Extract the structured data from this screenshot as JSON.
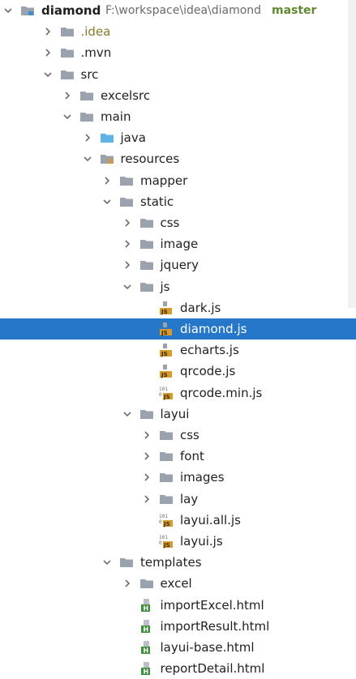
{
  "project": {
    "name": "diamond",
    "path": "F:\\workspace\\idea\\diamond",
    "branch": "master"
  },
  "tree": [
    {
      "label": "diamond",
      "depth": 0,
      "expanded": true,
      "icon": "project-folder-icon",
      "root": true
    },
    {
      "label": ".idea",
      "depth": 1,
      "expanded": false,
      "icon": "folder-icon",
      "dim": true
    },
    {
      "label": ".mvn",
      "depth": 1,
      "expanded": false,
      "icon": "folder-icon"
    },
    {
      "label": "src",
      "depth": 1,
      "expanded": true,
      "icon": "folder-icon"
    },
    {
      "label": "excelsrc",
      "depth": 2,
      "expanded": false,
      "icon": "folder-icon"
    },
    {
      "label": "main",
      "depth": 2,
      "expanded": true,
      "icon": "folder-icon"
    },
    {
      "label": "java",
      "depth": 3,
      "expanded": false,
      "icon": "source-folder-icon"
    },
    {
      "label": "resources",
      "depth": 3,
      "expanded": true,
      "icon": "resources-folder-icon"
    },
    {
      "label": "mapper",
      "depth": 4,
      "expanded": false,
      "icon": "folder-icon"
    },
    {
      "label": "static",
      "depth": 4,
      "expanded": true,
      "icon": "folder-icon"
    },
    {
      "label": "css",
      "depth": 5,
      "expanded": false,
      "icon": "folder-icon"
    },
    {
      "label": "image",
      "depth": 5,
      "expanded": false,
      "icon": "folder-icon"
    },
    {
      "label": "jquery",
      "depth": 5,
      "expanded": false,
      "icon": "folder-icon"
    },
    {
      "label": "js",
      "depth": 5,
      "expanded": true,
      "icon": "folder-icon"
    },
    {
      "label": "dark.js",
      "depth": 6,
      "icon": "js-file-icon"
    },
    {
      "label": "diamond.js",
      "depth": 6,
      "icon": "js-file-icon",
      "selected": true
    },
    {
      "label": "echarts.js",
      "depth": 6,
      "icon": "js-file-icon"
    },
    {
      "label": "qrcode.js",
      "depth": 6,
      "icon": "js-file-icon"
    },
    {
      "label": "qrcode.min.js",
      "depth": 6,
      "icon": "minified-js-file-icon"
    },
    {
      "label": "layui",
      "depth": 5,
      "expanded": true,
      "icon": "folder-icon"
    },
    {
      "label": "css",
      "depth": 6,
      "expanded": false,
      "icon": "folder-icon"
    },
    {
      "label": "font",
      "depth": 6,
      "expanded": false,
      "icon": "folder-icon"
    },
    {
      "label": "images",
      "depth": 6,
      "expanded": false,
      "icon": "folder-icon"
    },
    {
      "label": "lay",
      "depth": 6,
      "expanded": false,
      "icon": "folder-icon"
    },
    {
      "label": "layui.all.js",
      "depth": 6,
      "icon": "minified-js-file-icon"
    },
    {
      "label": "layui.js",
      "depth": 6,
      "icon": "minified-js-file-icon"
    },
    {
      "label": "templates",
      "depth": 4,
      "expanded": true,
      "icon": "folder-icon"
    },
    {
      "label": "excel",
      "depth": 5,
      "expanded": false,
      "icon": "folder-icon"
    },
    {
      "label": "importExcel.html",
      "depth": 5,
      "icon": "html-file-icon"
    },
    {
      "label": "importResult.html",
      "depth": 5,
      "icon": "html-file-icon"
    },
    {
      "label": "layui-base.html",
      "depth": 5,
      "icon": "html-file-icon"
    },
    {
      "label": "reportDetail.html",
      "depth": 5,
      "icon": "html-file-icon",
      "partial": true
    }
  ],
  "colors": {
    "selection": "#2677c9",
    "branch": "#5f8a2f",
    "path": "#6a6a6a",
    "folder": "#9aa3ad",
    "source_folder": "#5eb3e4",
    "js_badge": "#d69a2d",
    "html_badge": "#3f8f3f"
  }
}
